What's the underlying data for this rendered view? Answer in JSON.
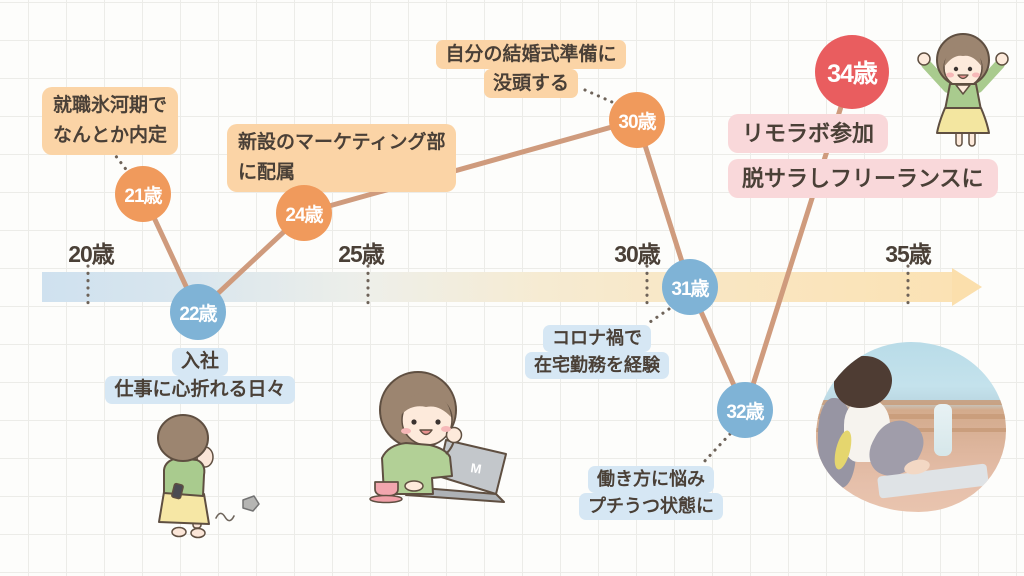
{
  "palette": {
    "orange_node": "#f09a5c",
    "blue_node": "#7fb3d6",
    "red_node": "#e95d5f",
    "peach_label_bg": "#fbd4a6",
    "blue_label_bg": "#d6e7f4",
    "pink_label_bg": "#f9d8da",
    "line": "#cf9b7d",
    "dot_line": "#6e6359",
    "text": "#4a4037",
    "band_left": "#cfe1ef",
    "band_right": "#fbe2b4",
    "band_arrow": "#fbdfac"
  },
  "timeline": {
    "ticks": [
      "20歳",
      "25歳",
      "30歳",
      "35歳"
    ],
    "nodes": [
      {
        "label": "21歳",
        "variant": "orange"
      },
      {
        "label": "22歳",
        "variant": "blue"
      },
      {
        "label": "24歳",
        "variant": "orange"
      },
      {
        "label": "30歳",
        "variant": "orange"
      },
      {
        "label": "31歳",
        "variant": "blue"
      },
      {
        "label": "32歳",
        "variant": "blue"
      },
      {
        "label": "34歳",
        "variant": "red"
      }
    ]
  },
  "events": {
    "ice_age": {
      "line1": "就職氷河期で",
      "line2": "なんとか内定"
    },
    "marketing": {
      "line1": "新設のマーケティング部",
      "line2": "に配属"
    },
    "wedding": {
      "line1": "自分の結婚式準備に",
      "line2": "没頭する"
    },
    "joined": {
      "line1": "入社",
      "line2": "仕事に心折れる日々"
    },
    "corona": {
      "line1": "コロナ禍で",
      "line2": "在宅勤務を経験"
    },
    "worry": {
      "line1": "働き方に悩み",
      "line2": "プチうつ状態に"
    },
    "remolab": {
      "line1": "リモラボ参加"
    },
    "freelance": {
      "line1": "脱サラしフリーランスに"
    }
  },
  "illustrations": {
    "laptop_letter": "M",
    "top_right": "cheering-woman",
    "center": "woman-at-laptop",
    "bottom_left": "girl-kicking-stone",
    "photo": "woman-working-outdoors-photo"
  }
}
